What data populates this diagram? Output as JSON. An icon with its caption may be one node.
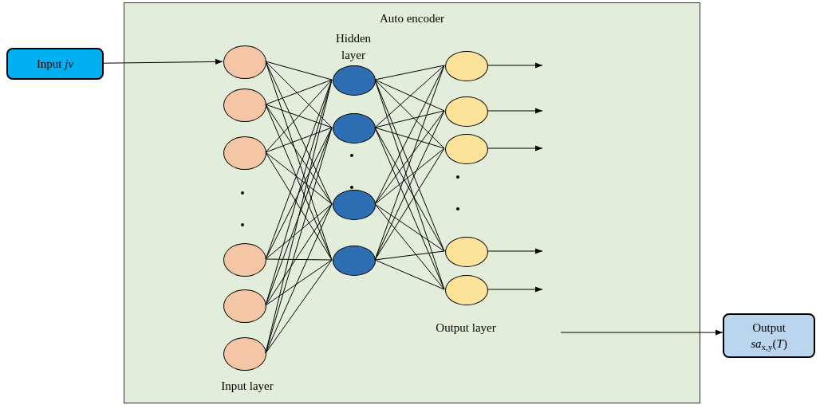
{
  "diagram": {
    "nodes": [
      {
        "text": [
          "Input *jv*"
        ]
      },
      {
        "text": [
          "Auto encoder"
        ]
      },
      {
        "text": [],
        "shape": "circle",
        "in": 1
      },
      {
        "text": [],
        "shape": "circle",
        "in": 1
      },
      {
        "text": [],
        "shape": "circle",
        "in": 1
      },
      {
        "text": [],
        "shape": "circle",
        "in": 1
      },
      {
        "text": [],
        "shape": "circle",
        "in": 1
      },
      {
        "text": [],
        "shape": "circle",
        "in": 1
      },
      {
        "text": [],
        "shape": "circle",
        "in": 1
      },
      {
        "text": [],
        "shape": "circle",
        "in": 1
      },
      {
        "text": [],
        "shape": "circle",
        "in": 1
      },
      {
        "text": [],
        "shape": "circle",
        "in": 1
      },
      {
        "text": [],
        "shape": "circle",
        "in": 1
      },
      {
        "text": [],
        "shape": "circle",
        "in": 1
      },
      {
        "text": [],
        "shape": "circle",
        "in": 1
      },
      {
        "text": [],
        "shape": "circle",
        "in": 1
      },
      {
        "text": [],
        "shape": "circle",
        "in": 1
      },
      {
        "text": [
          "Output",
          "*sa*$_{x,y}$(*T*)"
        ]
      }
    ],
    "edges": [
      {
        "from": 0,
        "to": 2,
        "arrow": "to"
      },
      {
        "from": 2,
        "to": 8,
        "arrow": "none"
      },
      {
        "from": 2,
        "to": 9,
        "arrow": "none"
      },
      {
        "from": 2,
        "to": 10,
        "arrow": "none"
      },
      {
        "from": 2,
        "to": 11,
        "arrow": "none"
      },
      {
        "from": 3,
        "to": 8,
        "arrow": "none"
      },
      {
        "from": 3,
        "to": 9,
        "arrow": "none"
      },
      {
        "from": 3,
        "to": 10,
        "arrow": "none"
      },
      {
        "from": 3,
        "to": 11,
        "arrow": "none"
      },
      {
        "from": 4,
        "to": 8,
        "arrow": "none"
      },
      {
        "from": 4,
        "to": 9,
        "arrow": "none"
      },
      {
        "from": 4,
        "to": 10,
        "arrow": "none"
      },
      {
        "from": 4,
        "to": 11,
        "arrow": "none"
      },
      {
        "from": 5,
        "to": 8,
        "arrow": "none"
      },
      {
        "from": 5,
        "to": 9,
        "arrow": "none"
      },
      {
        "from": 5,
        "to": 10,
        "arrow": "none"
      },
      {
        "from": 5,
        "to": 11,
        "arrow": "none"
      },
      {
        "from": 6,
        "to": 8,
        "arrow": "none"
      },
      {
        "from": 6,
        "to": 9,
        "arrow": "none"
      },
      {
        "from": 6,
        "to": 10,
        "arrow": "none"
      },
      {
        "from": 6,
        "to": 11,
        "arrow": "none"
      },
      {
        "from": 7,
        "to": 8,
        "arrow": "none"
      },
      {
        "from": 7,
        "to": 9,
        "arrow": "none"
      },
      {
        "from": 7,
        "to": 10,
        "arrow": "none"
      },
      {
        "from": 7,
        "to": 11,
        "arrow": "none"
      },
      {
        "from": 8,
        "to": 12,
        "arrow": "none"
      },
      {
        "from": 8,
        "to": 13,
        "arrow": "none"
      },
      {
        "from": 8,
        "to": 14,
        "arrow": "none"
      },
      {
        "from": 8,
        "to": 15,
        "arrow": "none"
      },
      {
        "from": 8,
        "to": 16,
        "arrow": "none"
      },
      {
        "from": 9,
        "to": 12,
        "arrow": "none"
      },
      {
        "from": 9,
        "to": 13,
        "arrow": "none"
      },
      {
        "from": 9,
        "to": 14,
        "arrow": "none"
      },
      {
        "from": 9,
        "to": 15,
        "arrow": "none"
      },
      {
        "from": 9,
        "to": 16,
        "arrow": "none"
      },
      {
        "from": 10,
        "to": 12,
        "arrow": "none"
      },
      {
        "from": 10,
        "to": 13,
        "arrow": "none"
      },
      {
        "from": 10,
        "to": 14,
        "arrow": "none"
      },
      {
        "from": 10,
        "to": 15,
        "arrow": "none"
      },
      {
        "from": 10,
        "to": 16,
        "arrow": "none"
      },
      {
        "from": 11,
        "to": 12,
        "arrow": "none"
      },
      {
        "from": 11,
        "to": 13,
        "arrow": "none"
      },
      {
        "from": 11,
        "to": 14,
        "arrow": "none"
      },
      {
        "from": 11,
        "to": 15,
        "arrow": "none"
      },
      {
        "from": 11,
        "to": 16,
        "arrow": "none"
      },
      {
        "from": 12,
        "to": null,
        "arrow": "to"
      },
      {
        "from": 13,
        "to": null,
        "arrow": "to"
      },
      {
        "from": 14,
        "to": null,
        "arrow": "to"
      },
      {
        "from": 15,
        "to": null,
        "arrow": "to"
      },
      {
        "from": 16,
        "to": null,
        "arrow": "to"
      },
      {
        "from": null,
        "to": 17,
        "arrow": "to"
      }
    ],
    "labels": [
      "Hidden layer",
      "Input layer",
      "Output layer"
    ]
  }
}
